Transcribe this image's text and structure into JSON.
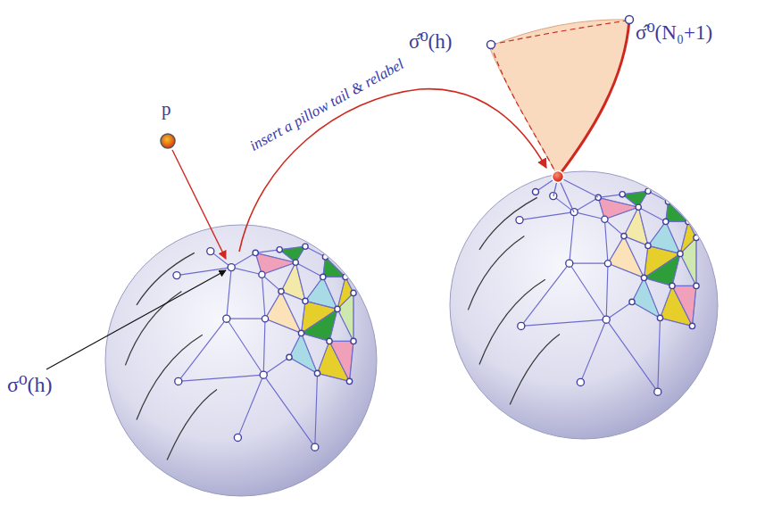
{
  "diagram": {
    "labels": [
      "σ̂⁰(h)",
      "σ̂⁰(N₀+1)",
      "p",
      "insert a pillow tail & relabel",
      "σ⁰(h)"
    ]
  }
}
